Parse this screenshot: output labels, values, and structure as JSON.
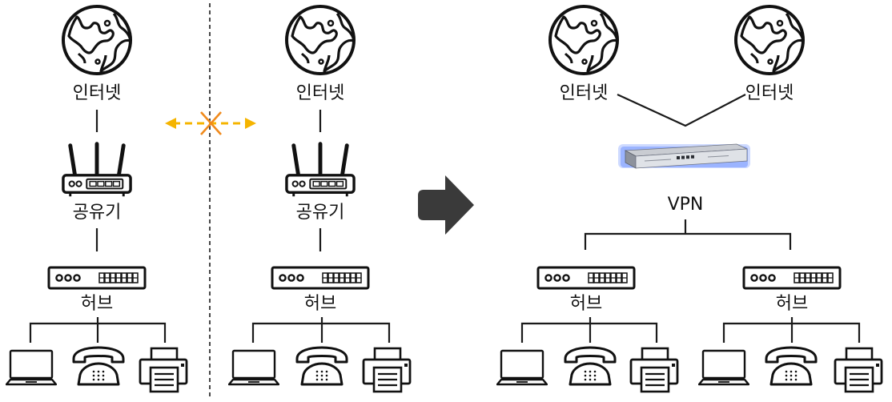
{
  "labels": {
    "internet": "인터넷",
    "router": "공유기",
    "hub": "허브",
    "vpn": "VPN"
  },
  "colors": {
    "line": "#1a1a1a",
    "blocked_arrow": "#f5b400",
    "blocked_cross": "#f08a1c",
    "transition_arrow": "#3a3a3a",
    "vpn_glow": "#3d6cff"
  },
  "icons": {
    "internet": "globe-icon",
    "router": "wifi-router-icon",
    "hub": "network-hub-icon",
    "laptop": "laptop-icon",
    "phone": "telephone-icon",
    "fax": "fax-printer-icon",
    "vpn": "rack-server-icon",
    "blocked": "blocked-connection-icon",
    "transition": "right-arrow-icon"
  }
}
